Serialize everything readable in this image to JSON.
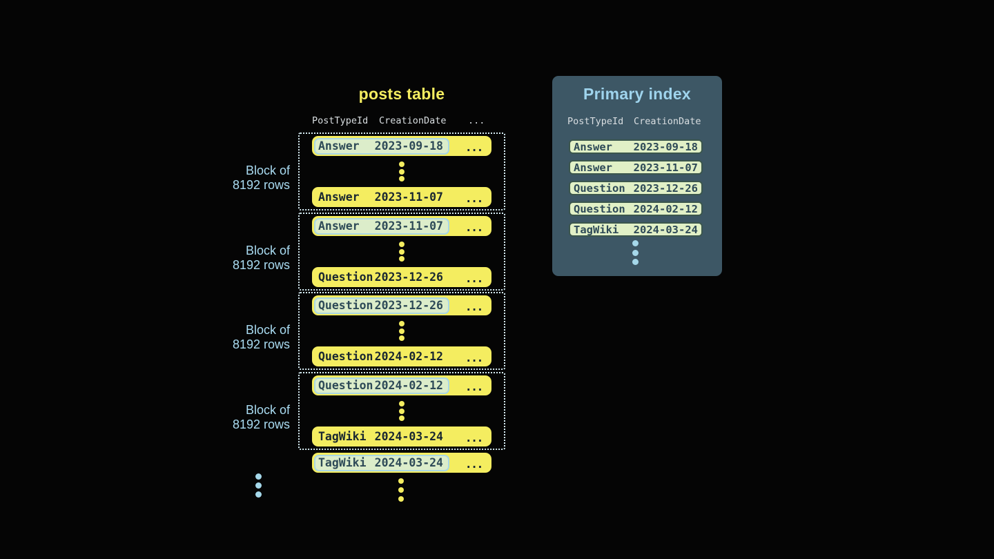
{
  "posts_table": {
    "title": "posts table",
    "headers": {
      "col1": "PostTypeId",
      "col2": "CreationDate",
      "more": "..."
    },
    "block_label": {
      "line1": "Block of",
      "line2": "8192 rows"
    },
    "ellipsis": "...",
    "blocks": [
      {
        "first": {
          "type": "Answer",
          "date": "2023-09-18"
        },
        "last": {
          "type": "Answer",
          "date": "2023-11-07"
        }
      },
      {
        "first": {
          "type": "Answer",
          "date": "2023-11-07"
        },
        "last": {
          "type": "Question",
          "date": "2023-12-26"
        }
      },
      {
        "first": {
          "type": "Question",
          "date": "2023-12-26"
        },
        "last": {
          "type": "Question",
          "date": "2024-02-12"
        }
      },
      {
        "first": {
          "type": "Question",
          "date": "2024-02-12"
        },
        "last": {
          "type": "TagWiki",
          "date": "2024-03-24"
        }
      }
    ],
    "overflow_row": {
      "type": "TagWiki",
      "date": "2024-03-24"
    }
  },
  "primary_index": {
    "title": "Primary index",
    "headers": {
      "col1": "PostTypeId",
      "col2": "CreationDate"
    },
    "rows": [
      {
        "type": "Answer",
        "date": "2023-09-18"
      },
      {
        "type": "Answer",
        "date": "2023-11-07"
      },
      {
        "type": "Question",
        "date": "2023-12-26"
      },
      {
        "type": "Question",
        "date": "2024-02-12"
      },
      {
        "type": "TagWiki",
        "date": "2024-03-24"
      }
    ]
  },
  "colors": {
    "bg": "#050505",
    "yellow": "#f4ed60",
    "blue": "#aadcf2",
    "blue-dot": "#a5d8ea",
    "dotted": "#d8eef5",
    "pill-bg": "#dcedca",
    "pill-border": "#a9d7e5",
    "slate-text": "#2e4a57",
    "dark-text": "#192730",
    "header-text": "#d9dee1",
    "panel-bg": "#3d5765",
    "panel-title": "#9fd4ed",
    "index-row-bg": "#e1f0c6",
    "index-row-border": "#3b564d"
  }
}
